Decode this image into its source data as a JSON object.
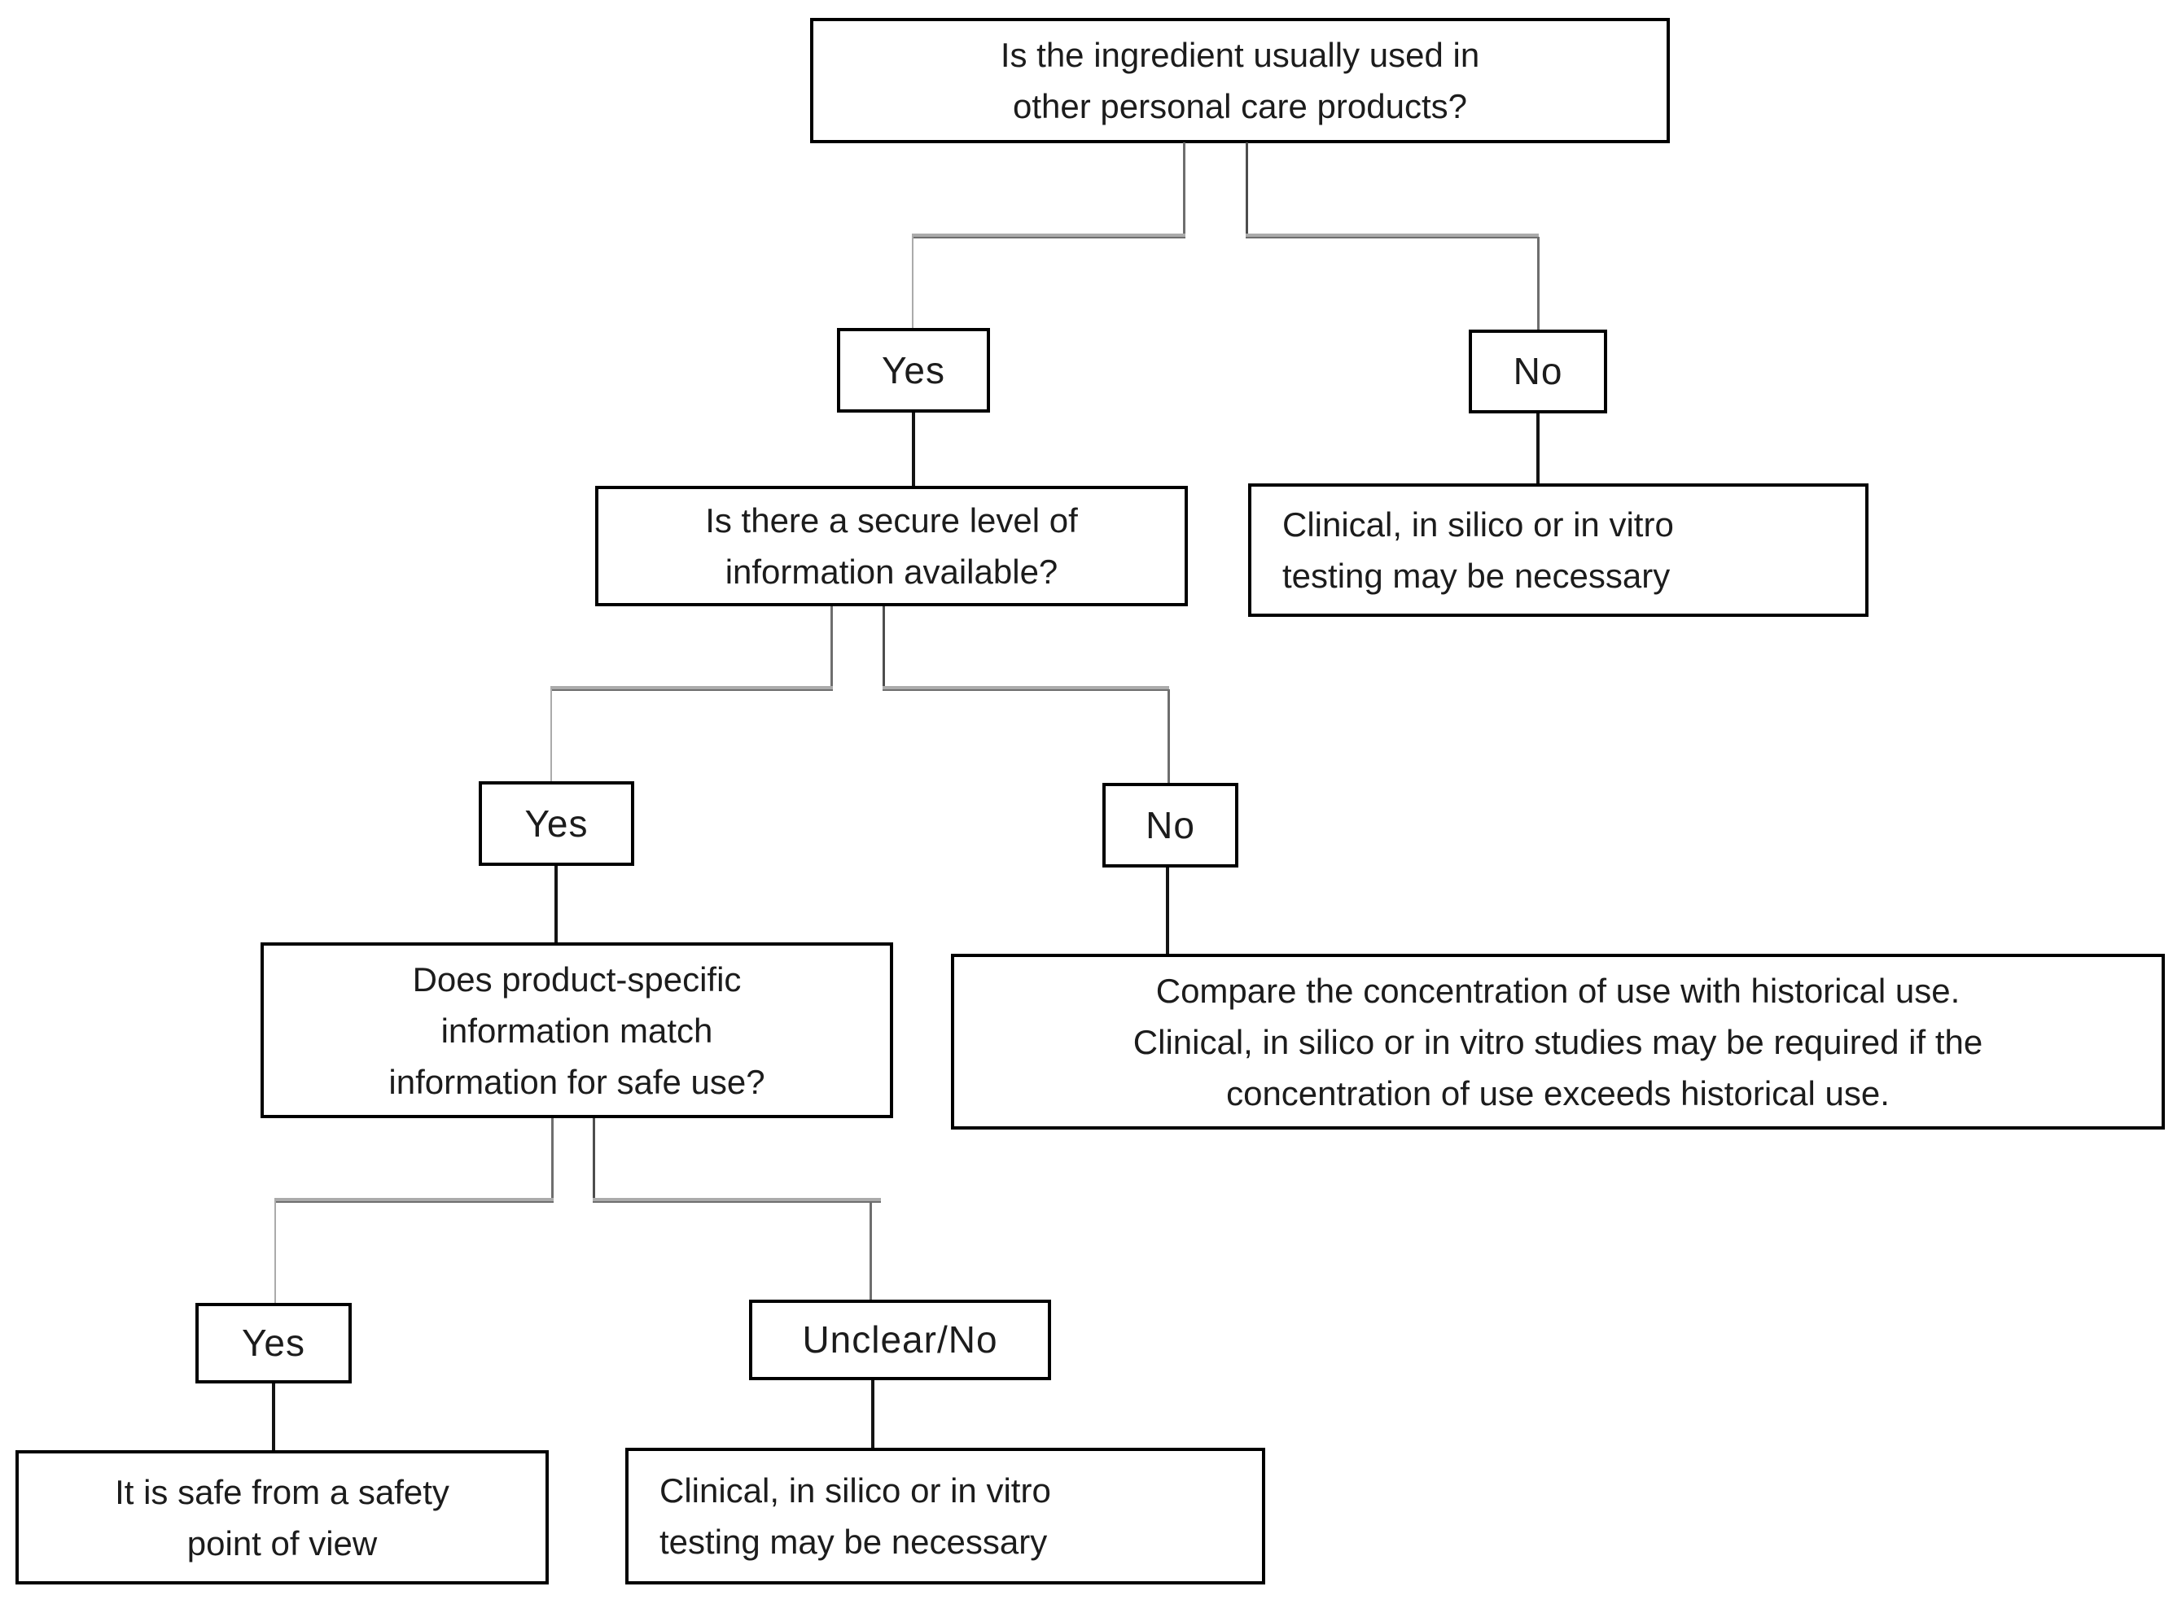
{
  "diagram": {
    "colors": {
      "background": "#ffffff",
      "box_fill": "#ffffff",
      "box_border": "#000000",
      "text": "#1c1c1c",
      "connector_light": "#ababab",
      "connector_mid": "#6e6e6e",
      "connector_dark": "#4d4d4d",
      "connector_link": "#141414"
    },
    "nodes": {
      "q1": "Is the ingredient usually used in\nother personal care products?",
      "yes1": "Yes",
      "no1": "No",
      "q2": "Is there a secure level of\ninformation available?",
      "r1": "Clinical, in silico or in vitro\ntesting may be necessary",
      "yes2": "Yes",
      "no2": "No",
      "q3": "Does product-specific\ninformation match\ninformation for safe use?",
      "r2": "Compare the concentration of use with historical use.\nClinical, in silico or in vitro studies may be required if the\nconcentration of use exceeds historical use.",
      "yes3": "Yes",
      "unclear": "Unclear/No",
      "r3": "It is safe from a safety\npoint of view",
      "r4": "Clinical, in silico or in vitro\ntesting may be necessary"
    }
  }
}
